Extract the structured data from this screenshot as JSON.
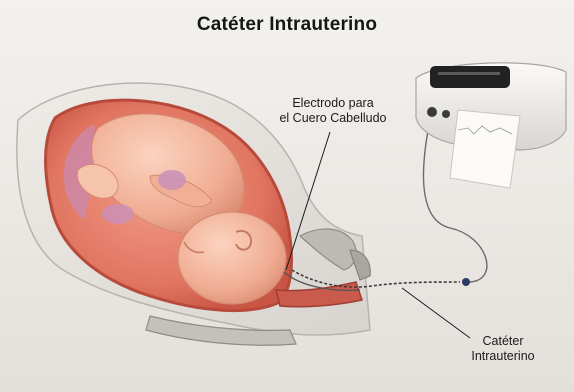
{
  "title": "Catéter Intrauterino",
  "labels": {
    "electrode": {
      "line1": "Electrodo para",
      "line2": "el Cuero Cabelludo"
    },
    "catheter": {
      "line1": "Catéter",
      "line2": "Intrauterino"
    }
  },
  "colors": {
    "uterus": "#d9695b",
    "uterus_inner": "#e88777",
    "fetus_skin": "#f3b39b",
    "fetus_shadow": "#d98c73",
    "placenta": "#c98ab0",
    "pelvis": "#b9b7b4",
    "monitor": "#f4f2ef",
    "wire": "#6a6a6a"
  }
}
